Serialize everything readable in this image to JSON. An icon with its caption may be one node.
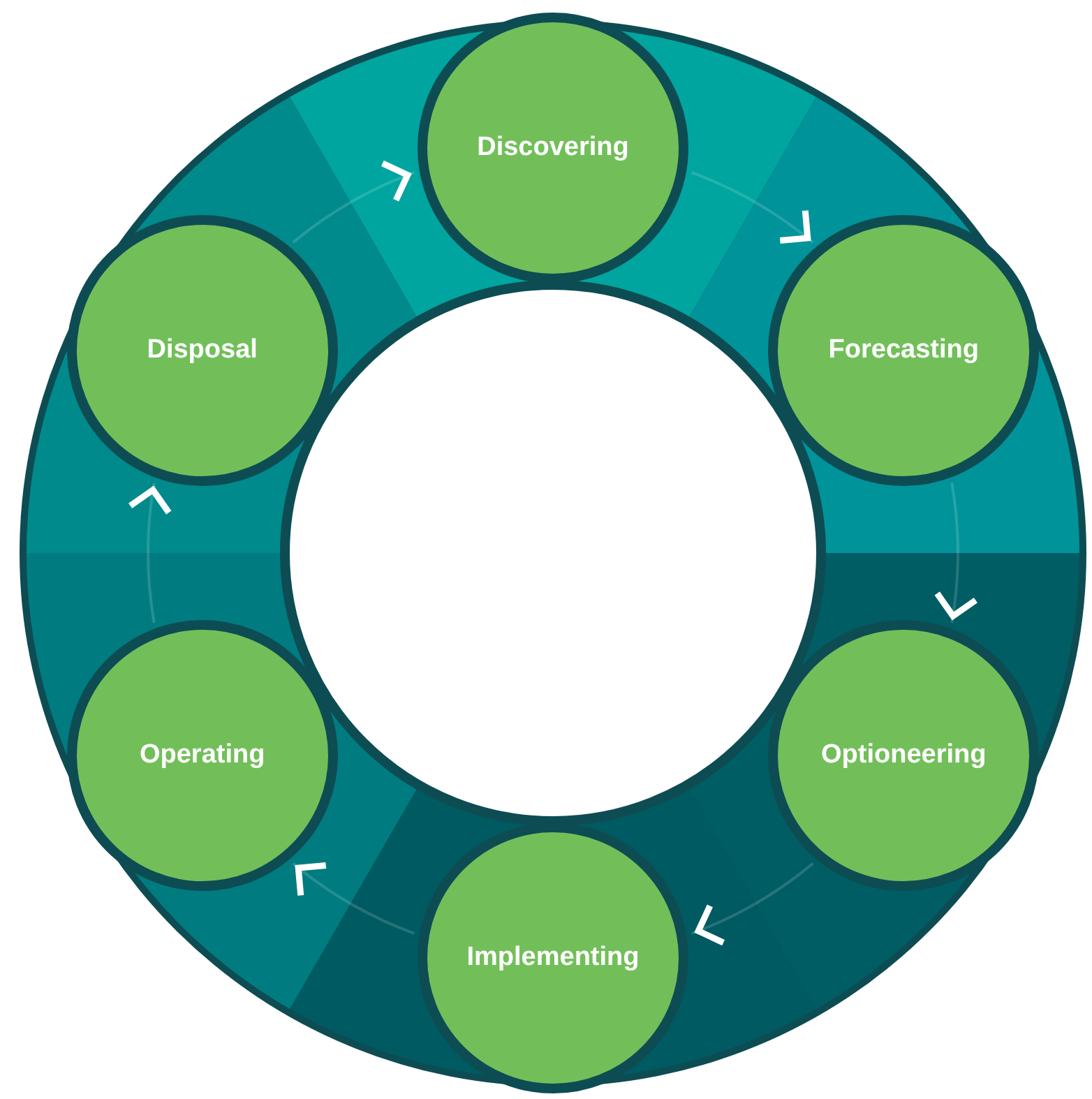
{
  "diagram": {
    "nodes": [
      {
        "text": [
          "Discovering"
        ]
      },
      {
        "text": [
          "Forecasting"
        ]
      },
      {
        "text": [
          "Optioneering"
        ]
      },
      {
        "text": [
          "Implementing"
        ]
      },
      {
        "text": [
          "Operating"
        ]
      },
      {
        "text": [
          "Disposal"
        ]
      }
    ],
    "edges": [
      {
        "from": 0,
        "to": 1,
        "arrow": "to"
      },
      {
        "from": 1,
        "to": 2,
        "arrow": "to"
      },
      {
        "from": 2,
        "to": 3,
        "arrow": "to"
      },
      {
        "from": 3,
        "to": 4,
        "arrow": "to"
      },
      {
        "from": 4,
        "to": 5,
        "arrow": "to"
      },
      {
        "from": 5,
        "to": 0,
        "arrow": "to"
      }
    ]
  }
}
